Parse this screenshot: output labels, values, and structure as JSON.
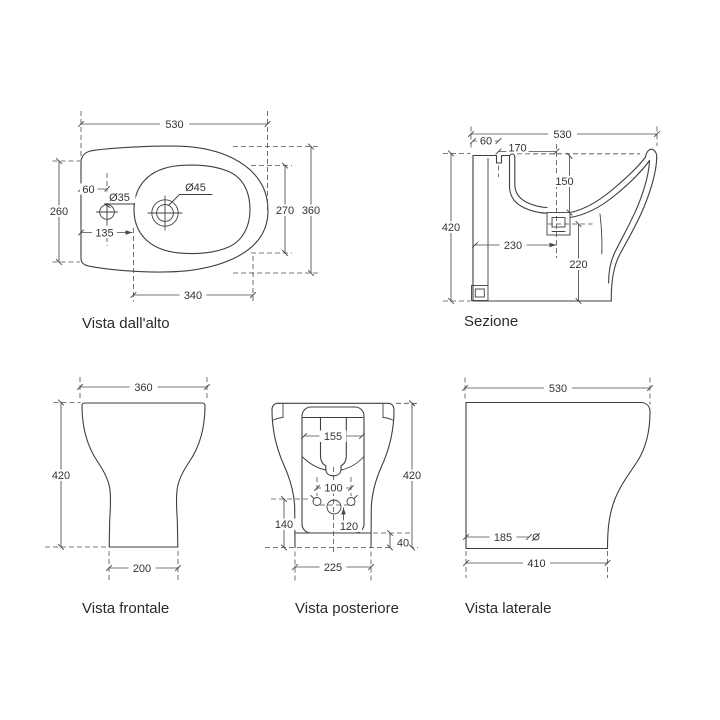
{
  "colors": {
    "line": "#3f3f3f",
    "dimension": "#4a4a4a",
    "text": "#333333",
    "background": "#ffffff"
  },
  "views": {
    "top": {
      "title": "Vista dall'alto",
      "dims": {
        "overall_width": "530",
        "overall_depth": "360",
        "inner_depth": "270",
        "left_depth": "260",
        "inner_width": "340",
        "tap_offset_x": "135",
        "tap_offset_y": "60",
        "tap_hole": "Ø35",
        "drain_hole": "Ø45"
      }
    },
    "section": {
      "title": "Sezione",
      "dims": {
        "overall_depth": "530",
        "back_ledge": "60",
        "rim_depth": "170",
        "bowl_depth": "150",
        "height": "420",
        "drain_from_back": "230",
        "drain_height": "220"
      }
    },
    "front": {
      "title": "Vista frontale",
      "dims": {
        "width": "360",
        "height": "420",
        "base_width": "200"
      }
    },
    "rear": {
      "title": "Vista posteriore",
      "dims": {
        "recess_width": "155",
        "holes_spacing": "100",
        "drain_center_height": "120",
        "holes_height": "140",
        "base_width": "225",
        "height": "420",
        "plinth_height": "40"
      }
    },
    "side": {
      "title": "Vista laterale",
      "dims": {
        "depth": "530",
        "drain_offset": "185",
        "base_depth": "410"
      }
    }
  }
}
